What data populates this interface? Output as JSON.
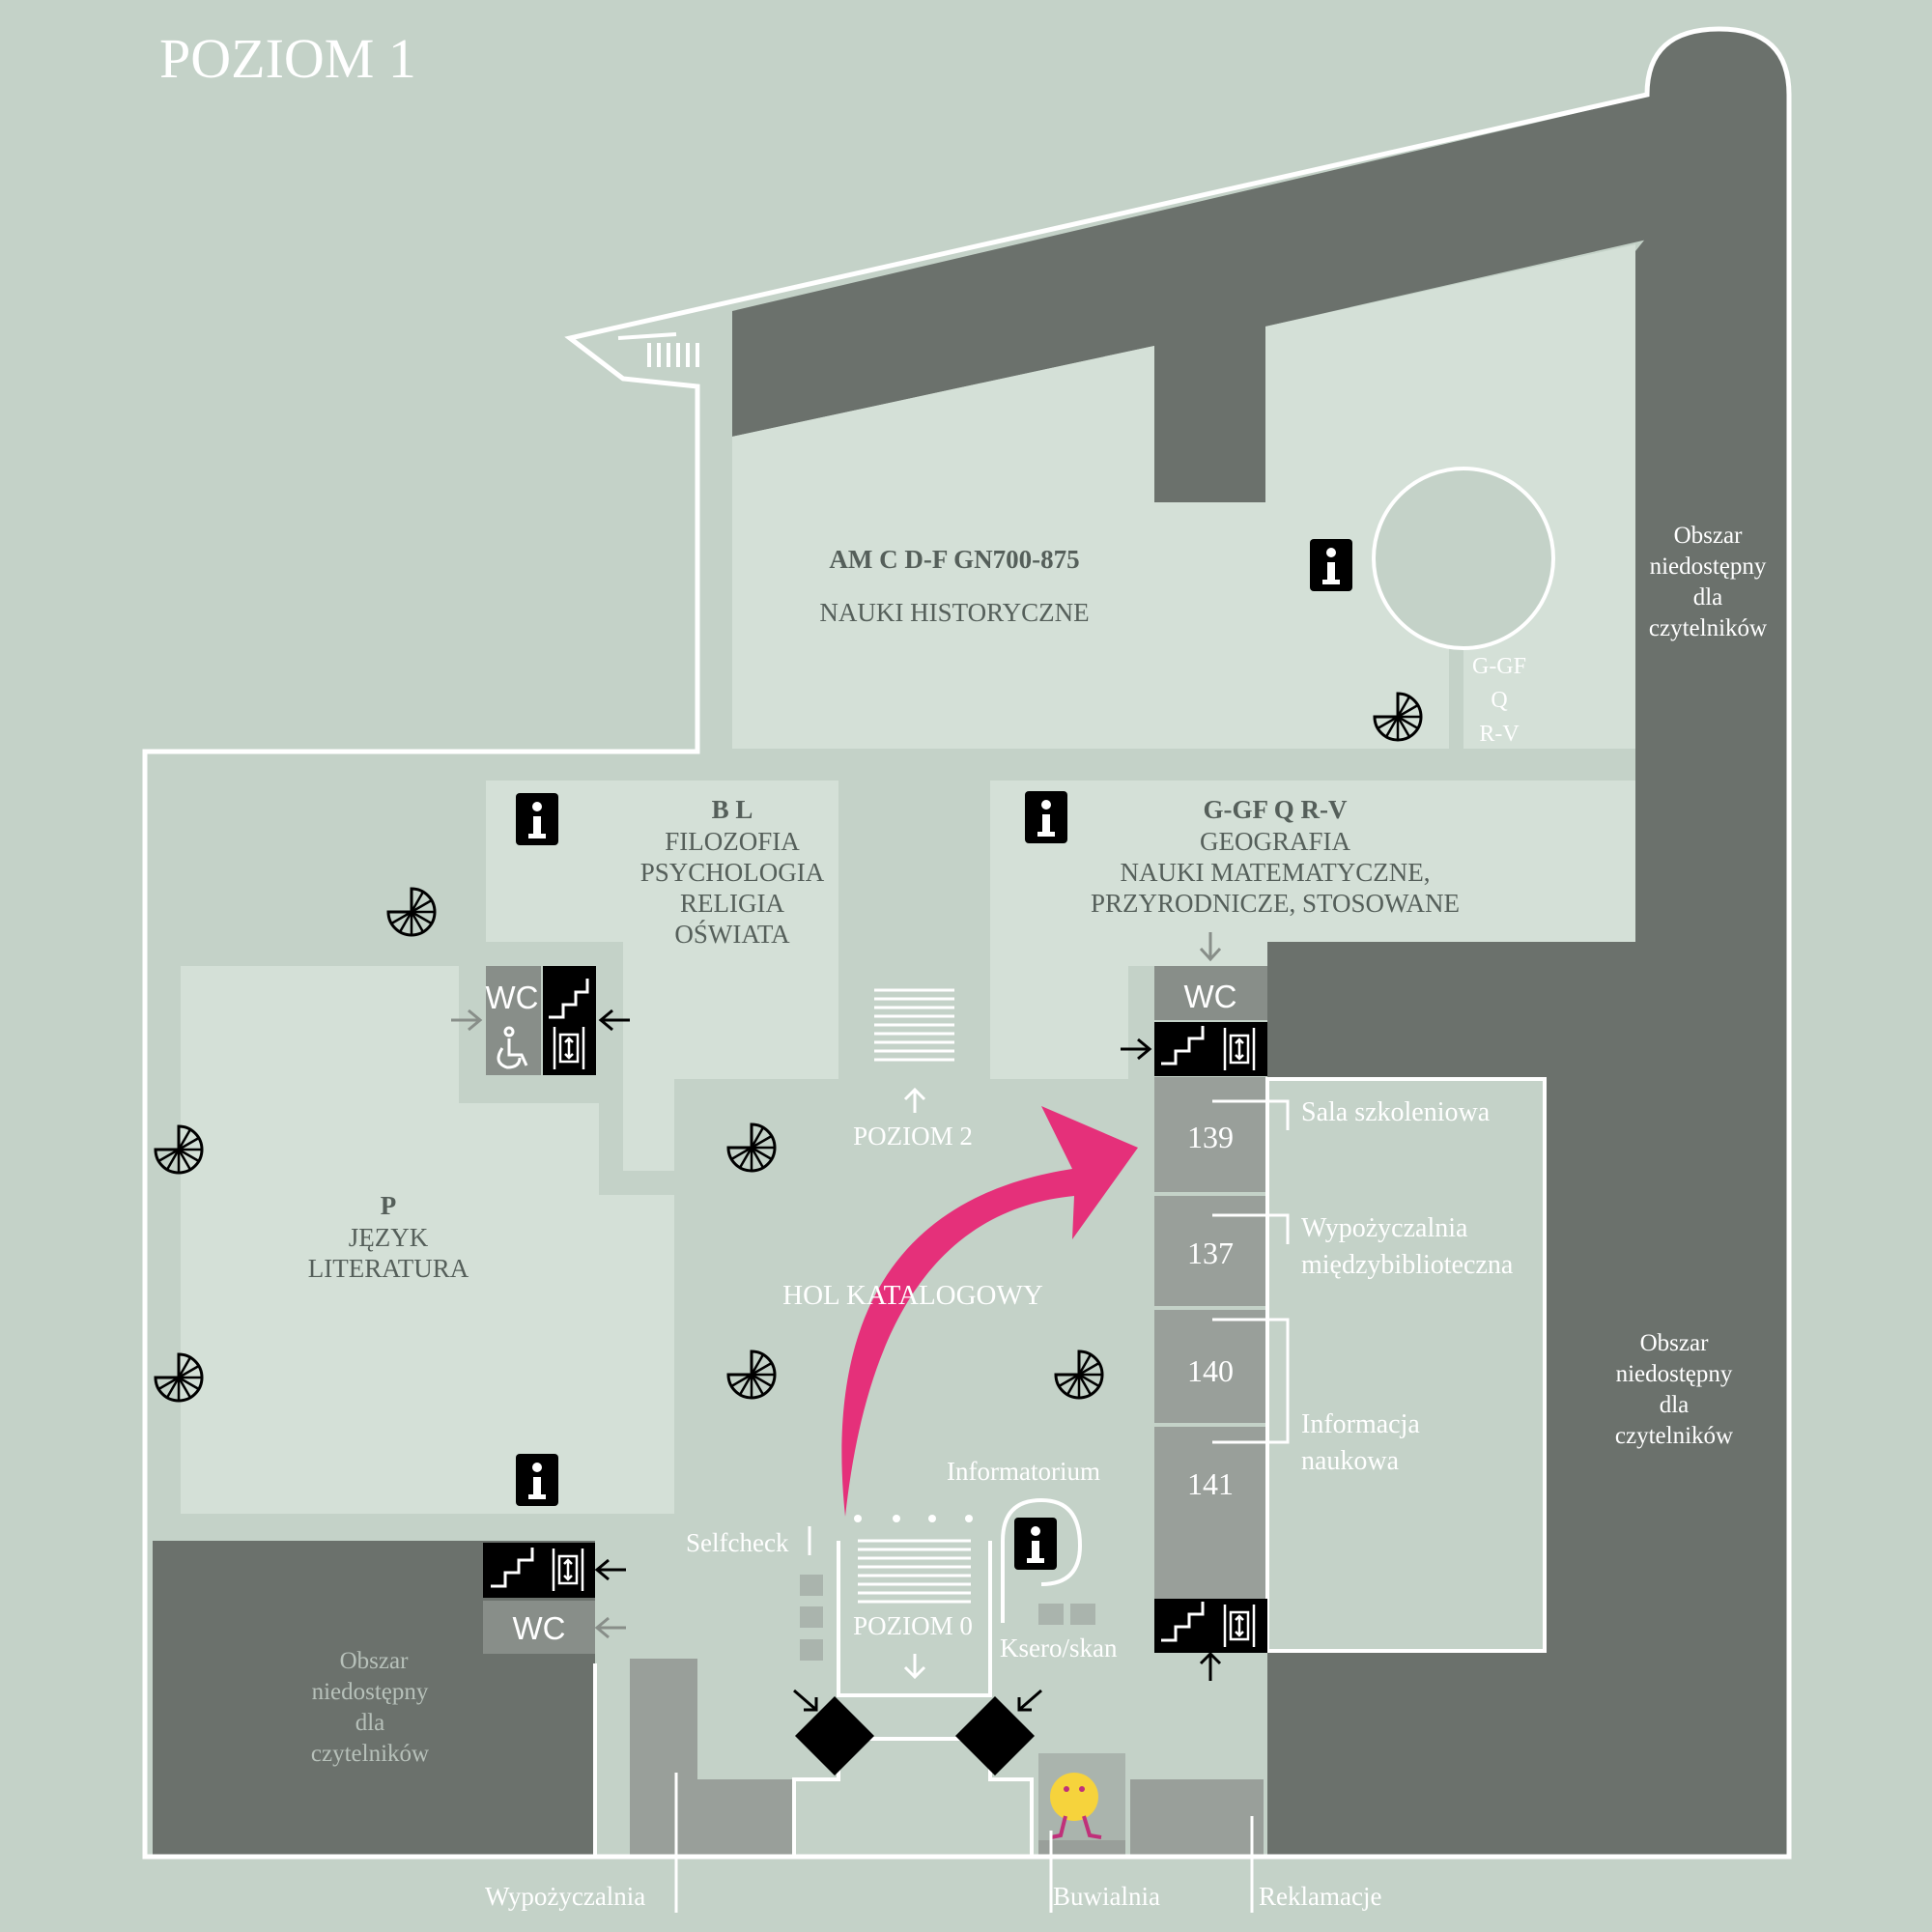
{
  "title": "POZIOM 1",
  "colors": {
    "background": "#c4d2c8",
    "room": "#d4e0d7",
    "blocked": "#6b716c",
    "small_room": "#999f9a",
    "arrow": "#e5307a",
    "icon": "#000000",
    "outline": "#ffffff"
  },
  "rooms": {
    "historical": {
      "code": "AM C D-F GN700-875",
      "name": "NAUKI HISTORYCZNE"
    },
    "historical_side": {
      "l1": "G-GF",
      "l2": "Q",
      "l3": "R-V"
    },
    "philosophy": {
      "code": "B L",
      "l1": "FILOZOFIA",
      "l2": "PSYCHOLOGIA",
      "l3": "RELIGIA",
      "l4": "OŚWIATA"
    },
    "geography": {
      "code": "G-GF  Q  R-V",
      "l1": "GEOGRAFIA",
      "l2": "NAUKI MATEMATYCZNE,",
      "l3": "PRZYRODNICZE, STOSOWANE"
    },
    "language": {
      "code": "P",
      "l1": "JĘZYK",
      "l2": "LITERATURA"
    },
    "hall": "HOL KATALOGOWY",
    "blocked_area": {
      "l1": "Obszar",
      "l2": "niedostępny",
      "l3": "dla",
      "l4": "czytelników"
    }
  },
  "numbered_rooms": [
    "139",
    "137",
    "140",
    "141"
  ],
  "services": {
    "training_room": "Sala szkoleniowa",
    "interlibrary_l1": "Wypożyczalnia",
    "interlibrary_l2": "międzybiblioteczna",
    "info_l1": "Informacja",
    "info_l2": "naukowa",
    "informatorium": "Informatorium",
    "selfcheck": "Selfcheck",
    "copy": "Ksero/skan",
    "lending": "Wypożyczalnia",
    "buwialnia": "Buwialnia",
    "complaints": "Reklamacje"
  },
  "stairs": {
    "up": "POZIOM 2",
    "down": "POZIOM 0"
  },
  "wc": "WC",
  "icons": [
    "info-icon",
    "stairs-icon",
    "elevator-icon",
    "wheelchair-icon",
    "bookshelf-icon",
    "arrow-icon"
  ]
}
